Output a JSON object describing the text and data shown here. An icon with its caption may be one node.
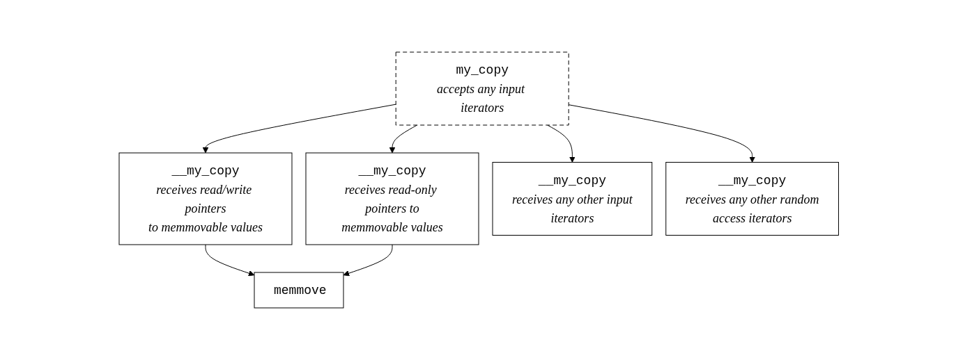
{
  "diagram": {
    "nodes": [
      {
        "text": [
          "my_copy",
          "accepts any input iterators"
        ]
      },
      {
        "text": [
          "__my_copy",
          "receives read/write pointers to memmovable values"
        ]
      },
      {
        "text": [
          "__my_copy",
          "receives read-only pointers to memmovable values"
        ]
      },
      {
        "text": [
          "__my_copy",
          "receives any other input iterators"
        ]
      },
      {
        "text": [
          "__my_copy",
          "receives any other random access iterators"
        ]
      },
      {
        "text": [
          "memmove"
        ]
      }
    ],
    "edges": [
      {
        "from": 0,
        "to": 1,
        "arrow": "to"
      },
      {
        "from": 0,
        "to": 2,
        "arrow": "to"
      },
      {
        "from": 0,
        "to": 3,
        "arrow": "to"
      },
      {
        "from": 0,
        "to": 4,
        "arrow": "to"
      },
      {
        "from": 1,
        "to": 5,
        "arrow": "to"
      },
      {
        "from": 2,
        "to": 5,
        "arrow": "to"
      }
    ]
  }
}
